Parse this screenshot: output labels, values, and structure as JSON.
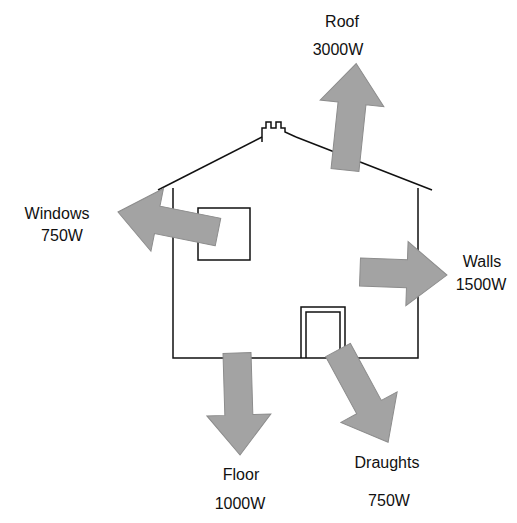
{
  "diagram": {
    "labels": [
      "Roof",
      "3000W",
      "Windows",
      "750W",
      "Walls",
      "1500W",
      "Floor",
      "1000W",
      "Draughts",
      "750W"
    ]
  }
}
